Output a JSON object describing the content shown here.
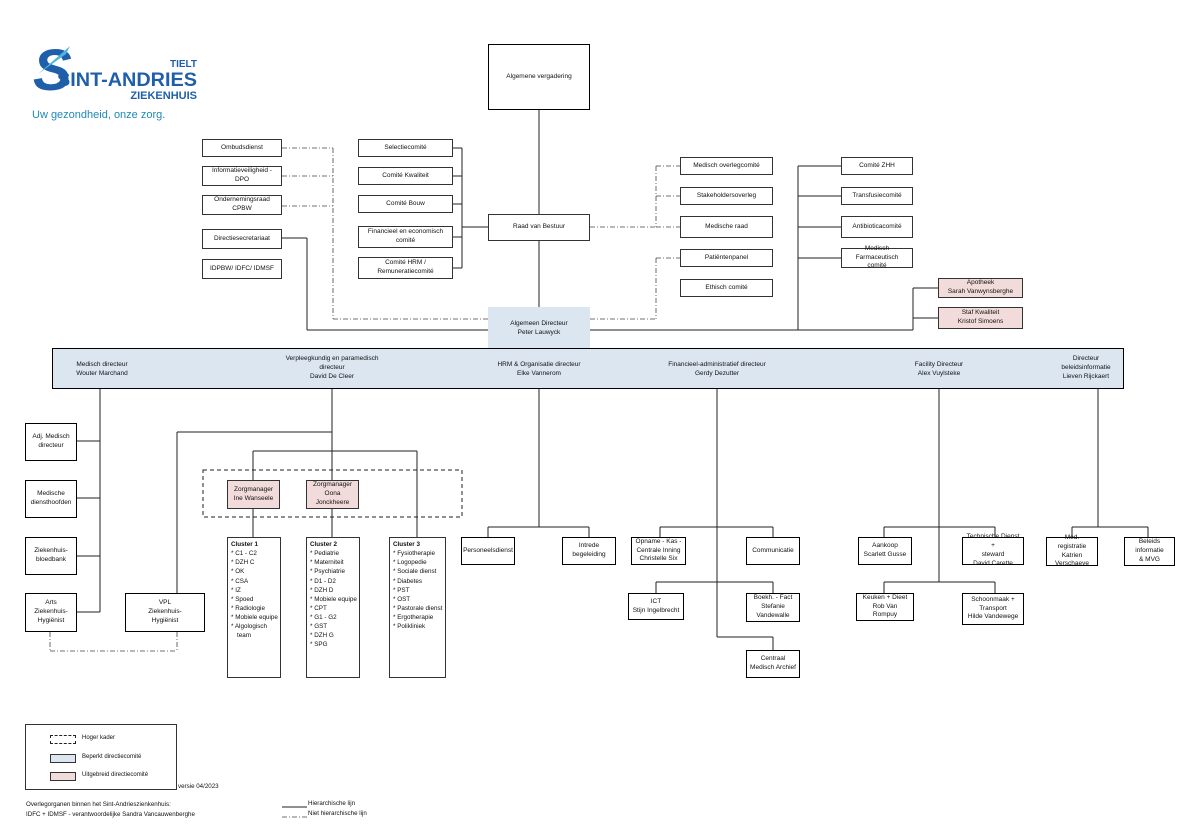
{
  "logo": {
    "letter": "S",
    "city": "TIELT",
    "name": "SINT-ANDRIES",
    "type": "ZIEKENHUIS",
    "tagline": "Uw gezondheid, onze zorg.",
    "colors": {
      "blue": "#1f5faa",
      "cyan": "#4fb3e1"
    }
  },
  "top": {
    "assembly": "Algemene vergadering",
    "board": "Raad van Bestuur"
  },
  "ceo": {
    "title": "Algemeen Directeur",
    "name": "Peter Lauwyck"
  },
  "left_bodies": [
    [
      "Ombudsdienst"
    ],
    [
      "Informatieveiligheid -",
      "DPO"
    ],
    [
      "Ondernemingsraad",
      "CPBW"
    ],
    [
      "Directiesecretariaat"
    ],
    [
      "IDPBW/ IDFC/ IDMSF"
    ]
  ],
  "committees": [
    [
      "Selectiecomité"
    ],
    [
      "Comité Kwaliteit"
    ],
    [
      "Comité Bouw"
    ],
    [
      "Financieel en economisch",
      "comité"
    ],
    [
      "Comité HRM /",
      "Remuneratiecomité"
    ]
  ],
  "advisory": [
    [
      "Medisch overlegcomité"
    ],
    [
      "Stakeholdersoverleg"
    ],
    [
      "Medische raad"
    ],
    [
      "Patiëntenpanel"
    ],
    [
      "Ethisch comité"
    ]
  ],
  "medical_committees": [
    [
      "Comité ZHH"
    ],
    [
      "Transfusiecomité"
    ],
    [
      "Antibioticacomité"
    ],
    [
      "Medisch Farmaceutisch",
      "comité"
    ]
  ],
  "staff": [
    [
      "Apotheek",
      "Sarah Vanwynsberghe"
    ],
    [
      "Staf Kwaliteit",
      "Kristof Simoens"
    ]
  ],
  "directors": [
    [
      "Medisch directeur",
      "Wouter Marchand"
    ],
    [
      "Verpleegkundig en paramedisch",
      "directeur",
      "David De Cleer"
    ],
    [
      "HRM & Organisatie directeur",
      "Elke Vannerom"
    ],
    [
      "Financieel-administratief directeur",
      "Gerdy Dezutter"
    ],
    [
      "Facility Directeur",
      "Alex Vuylsteke"
    ],
    [
      "Directeur",
      "beleidsinformatie",
      "Lieven Rijckaert"
    ]
  ],
  "medical_units": [
    [
      "Adj. Medisch",
      "directeur"
    ],
    [
      "Medische",
      "diensthoofden"
    ],
    [
      "Ziekenhuis-",
      "bloedbank"
    ],
    [
      "Arts",
      "Ziekenhuis-",
      "Hygiënist"
    ]
  ],
  "vpl": [
    "VPL",
    "Ziekenhuis-",
    "Hygiënist"
  ],
  "care_managers": [
    [
      "Zorgmanager",
      "Ine Wanseele"
    ],
    [
      "Zorgmanager",
      "Oona Jonckheere"
    ]
  ],
  "clusters": [
    {
      "title": "Cluster 1",
      "items": [
        "* C1 - C2",
        "* DZH C",
        "* OK",
        "* CSA",
        "* IZ",
        "* Spoed",
        "* Radiologie",
        "* Mobiele equipe",
        "* Algologisch",
        "  team"
      ]
    },
    {
      "title": "Cluster 2",
      "items": [
        "* Pediatrie",
        "* Materniteit",
        "* Psychiatrie",
        "* D1 - D2",
        "* DZH D",
        "* Mobiele equipe",
        "* CPT",
        "* G1 - G2",
        "* GST",
        "* DZH G",
        "* SPG"
      ]
    },
    {
      "title": "Cluster 3",
      "items": [
        "* Fysiotherapie",
        "* Logopedie",
        "* Sociale dienst",
        "* Diabetes",
        "* PST",
        "* OST",
        "* Pastorale dienst",
        "* Ergotherapie",
        "* Polikliniek"
      ]
    }
  ],
  "hr_units": [
    [
      "Personeelsdienst"
    ],
    [
      "Intrede",
      "begeleiding"
    ]
  ],
  "fin_units": [
    [
      "Opname - Kas -",
      "Centrale Inning",
      "Christelle Six"
    ],
    [
      "Communicatie"
    ],
    [
      "ICT",
      "Stijn Ingelbrecht"
    ],
    [
      "Boekh. - Fact",
      "Stefanie",
      "Vandewalle"
    ],
    [
      "Centraal",
      "Medisch Archief"
    ]
  ],
  "facility_units": [
    [
      "Aankoop",
      "Scarlett Gusse"
    ],
    [
      "Technische Dienst +",
      "steward",
      "David Carette"
    ],
    [
      "Keuken + Dieet",
      "Rob Van Rompuy"
    ],
    [
      "Schoonmaak +",
      "Transport",
      "Hilde Vandewege"
    ]
  ],
  "info_units": [
    [
      "Med. registratie",
      "Katrien",
      "Verschaeve"
    ],
    [
      "Beleids informatie",
      "& MVG"
    ]
  ],
  "legend": {
    "items": [
      "Hoger kader",
      "Beperkt directiecomité",
      "Uitgebreid directiecomité"
    ],
    "colors": {
      "blue": "#dce6f1",
      "pink": "#f2dcdb"
    }
  },
  "version": "versie 04/2023",
  "footer": {
    "line1": "Overlegorganen binnen het Sint-Andrieszienkenhuis:",
    "line2": "IDFC + IDMSF - verantwoordelijke Sandra Vancauwenberghe",
    "hier": "Hierarchische lijn",
    "nonhier": "Niet hierarchische lijn"
  }
}
